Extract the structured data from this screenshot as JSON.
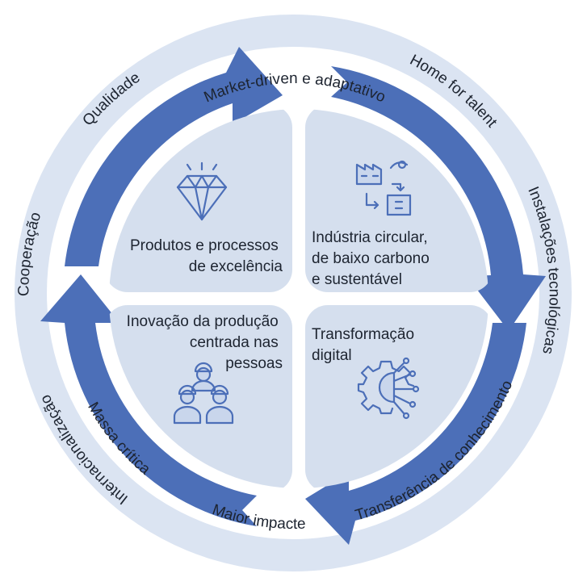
{
  "ring_labels": {
    "market": "Market-driven e adaptativo",
    "home": "Home for talent",
    "instalacoes": "Instalações tecnológicas",
    "transferencia": "Transferência de conhecimento",
    "maior": "Maior impacte",
    "massa": "Massa crítica",
    "internacionalizacao": "Internacionalização",
    "cooperacao": "Cooperação",
    "qualidade": "Qualidade"
  },
  "quadrants": {
    "top_left": {
      "lines": [
        "Produtos e processos",
        "de excelência"
      ],
      "icon": "diamond-icon"
    },
    "top_right": {
      "lines": [
        "Indústria circular,",
        "de baixo carbono",
        "e sustentável"
      ],
      "icon": "circular-factory-icon"
    },
    "bottom_left": {
      "lines": [
        "Inovação da produção",
        "centrada nas",
        "pessoas"
      ],
      "icon": "workers-icon"
    },
    "bottom_right": {
      "lines": [
        "Transformação",
        "digital"
      ],
      "icon": "digital-gear-icon"
    }
  },
  "colors": {
    "outer_ring": "#dbe4f2",
    "arrow": "#4c6fb8",
    "quadrant": "#d5dfee",
    "text": "#1d2430"
  }
}
